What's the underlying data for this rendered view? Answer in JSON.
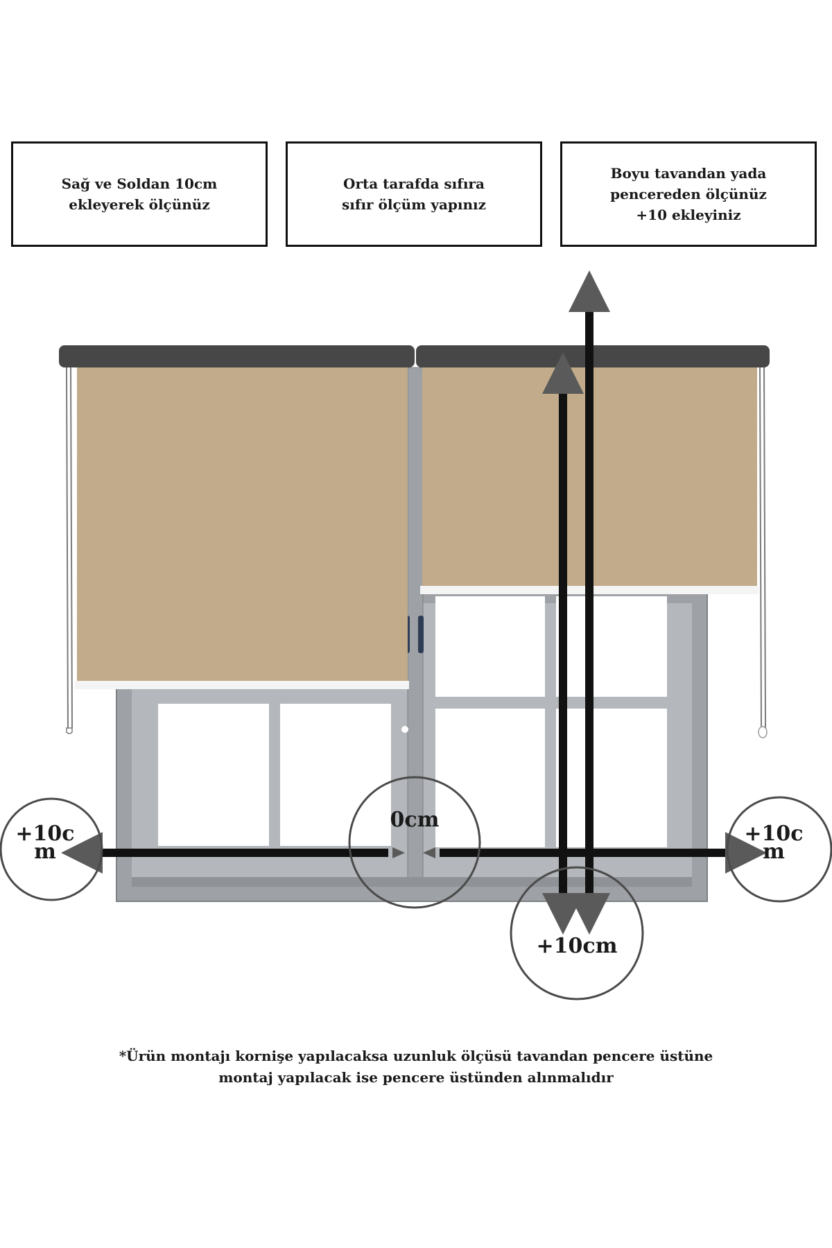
{
  "instructions": {
    "left_box": "Sağ ve Soldan 10cm\nekleyerek ölçünüz",
    "center_box": "Orta tarafda sıfıra\nsıfır ölçüm yapınız",
    "right_box": "Boyu tavandan yada\npencereden  ölçünüz\n+10 ekleyiniz"
  },
  "measurements": {
    "left_margin_line1": "+10c",
    "left_margin_line2": "m",
    "center_label": "0cm",
    "right_margin_line1": "+10c",
    "right_margin_line2": "m",
    "bottom_label": "+10cm"
  },
  "footnote": "*Ürün montajı kornişe yapılacaksa uzunluk ölçüsü  tavandan pencere üstüne\nmontaj yapılacak ise pencere üstünden alınmalıdır",
  "colors": {
    "blind_fabric": "#c1ab8a",
    "cassette": "#474747",
    "window_frame": "#9ea1a5",
    "measure_line": "#111111",
    "arrow_head": "#5a5a5a",
    "circle": "#4a4a4a"
  }
}
